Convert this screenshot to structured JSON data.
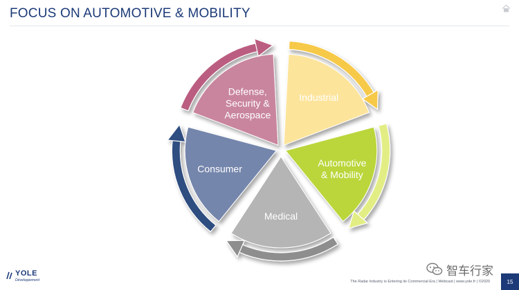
{
  "slide": {
    "title": "FOCUS ON AUTOMOTIVE & MOBILITY",
    "page_number": "15",
    "footer": "The Radar Industry is Entering its Commercial Era | Webcast | www.yole.fr | ©2020"
  },
  "logo": {
    "name": "YOLE",
    "tagline": "Développement"
  },
  "watermark": {
    "text": "智车行家"
  },
  "diagram": {
    "segments": [
      {
        "label_lines": [
          "Industrial"
        ],
        "fill": "#fde49b",
        "rim": "#f7c94a",
        "text": "#ffffff"
      },
      {
        "label_lines": [
          "Automotive",
          "& Mobility"
        ],
        "fill": "#bad63a",
        "rim": "#e2ee84",
        "text": "#ffffff"
      },
      {
        "label_lines": [
          "Medical"
        ],
        "fill": "#b5b5b5",
        "rim": "#8e8e8e",
        "text": "#ffffff"
      },
      {
        "label_lines": [
          "Consumer"
        ],
        "fill": "#7486ac",
        "rim": "#2e4d80",
        "text": "#ffffff"
      },
      {
        "label_lines": [
          "Defense,",
          "Security &",
          "Aerospace"
        ],
        "fill": "#c9859e",
        "rim": "#bb5d80",
        "text": "#ffffff"
      }
    ]
  },
  "colors": {
    "title": "#1c3a78",
    "accent": "#1c3a78"
  },
  "icons": {
    "home": "home-icon",
    "logo": "yole-logo",
    "watermark": "wechat-icon"
  }
}
